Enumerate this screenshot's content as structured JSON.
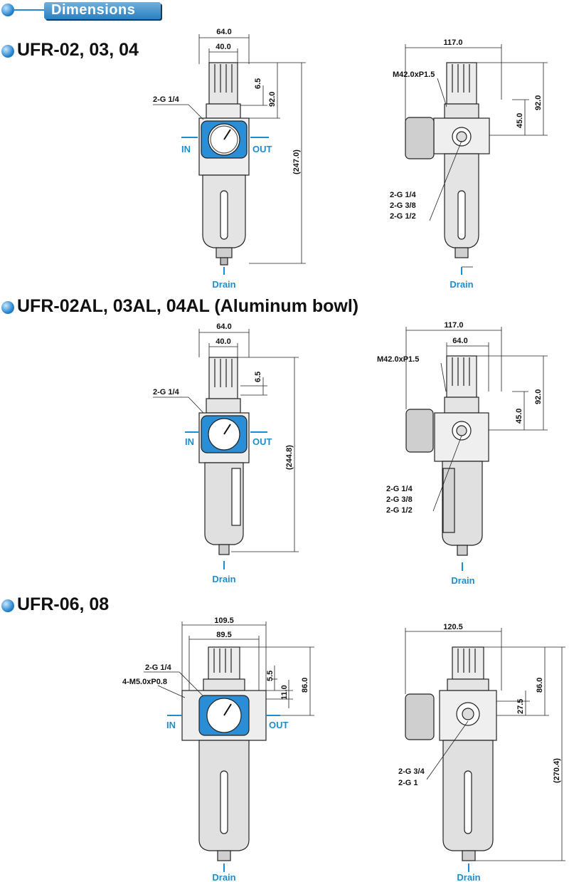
{
  "header": {
    "title": "Dimensions"
  },
  "sections": [
    {
      "title": "UFR-02, 03, 04"
    },
    {
      "title": "UFR-02AL, 03AL, 04AL (Aluminum bowl)"
    },
    {
      "title": "UFR-06, 08"
    }
  ],
  "fig1": {
    "front": {
      "w_outer": "64.0",
      "w_inner": "40.0",
      "h_small": "6.5",
      "h_mid": "92.0",
      "h_total": "(247.0)",
      "gauge_port": "2-G 1/4",
      "in": "IN",
      "out": "OUT",
      "drain": "Drain"
    },
    "side": {
      "width": "117.0",
      "thread": "M42.0xP1.5",
      "h_mid": "92.0",
      "h_small": "45.0",
      "ports": [
        "2-G 1/4",
        "2-G 3/8",
        "2-G 1/2"
      ],
      "drain": "Drain"
    }
  },
  "fig2": {
    "front": {
      "w_outer": "64.0",
      "w_inner": "40.0",
      "h_small": "6.5",
      "h_total": "(244.8)",
      "gauge_port": "2-G 1/4",
      "in": "IN",
      "out": "OUT",
      "drain": "Drain"
    },
    "side": {
      "width": "117.0",
      "w_inner": "64.0",
      "thread": "M42.0xP1.5",
      "h_mid": "92.0",
      "h_small": "45.0",
      "ports": [
        "2-G 1/4",
        "2-G 3/8",
        "2-G 1/2"
      ],
      "drain": "Drain"
    }
  },
  "fig3": {
    "front": {
      "w_outer": "109.5",
      "w_inner": "89.5",
      "h_small": "5.5",
      "h_11": "11.0",
      "h_mid": "86.0",
      "gauge_port": "2-G 1/4",
      "mount": "4-M5.0xP0.8",
      "in": "IN",
      "out": "OUT",
      "drain": "Drain"
    },
    "side": {
      "width": "120.5",
      "h_mid": "86.0",
      "h_small": "27.5",
      "h_total": "(270.4)",
      "ports": [
        "2-G 3/4",
        "2-G 1"
      ],
      "drain": "Drain"
    }
  }
}
